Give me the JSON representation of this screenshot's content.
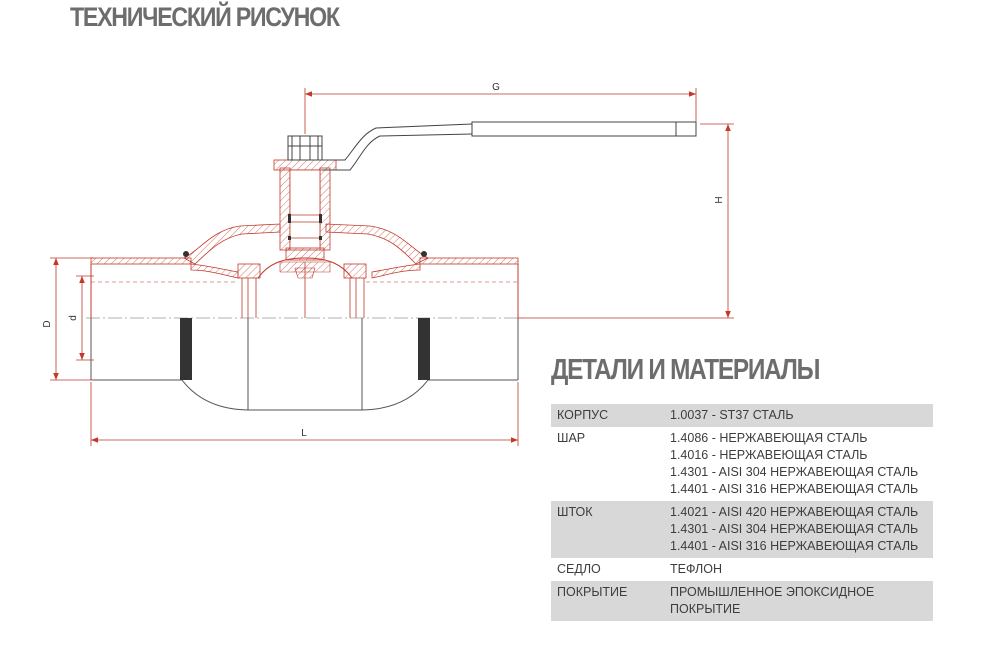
{
  "header": {
    "title": "ТЕХНИЧЕСКИЙ РИСУНОК"
  },
  "drawing": {
    "dimensions": {
      "G": "G",
      "H": "H",
      "D": "D",
      "d": "d",
      "L": "L"
    }
  },
  "details": {
    "title": "ДЕТАЛИ И МАТЕРИАЛЫ",
    "rows": [
      {
        "part": "КОРПУС",
        "materials": [
          "1.0037 - ST37 СТАЛЬ"
        ]
      },
      {
        "part": "ШАР",
        "materials": [
          "1.4086 - НЕРЖАВЕЮЩАЯ СТАЛЬ",
          "1.4016 - НЕРЖАВЕЮЩАЯ СТАЛЬ",
          "1.4301 - AISI 304 НЕРЖАВЕЮЩАЯ СТАЛЬ",
          "1.4401 - AISI 316 НЕРЖАВЕЮЩАЯ СТАЛЬ"
        ]
      },
      {
        "part": "ШТОК",
        "materials": [
          "1.4021 - AISI 420 НЕРЖАВЕЮЩАЯ СТАЛЬ",
          "1.4301 - AISI 304 НЕРЖАВЕЮЩАЯ СТАЛЬ",
          "1.4401 - AISI 316 НЕРЖАВЕЮЩАЯ СТАЛЬ"
        ]
      },
      {
        "part": "СЕДЛО",
        "materials": [
          "ТЕФЛОН"
        ]
      },
      {
        "part": "ПОКРЫТИЕ",
        "materials": [
          "ПРОМЫШЛЕННОЕ ЭПОКСИДНОЕ ПОКРЫТИЕ"
        ]
      }
    ]
  }
}
